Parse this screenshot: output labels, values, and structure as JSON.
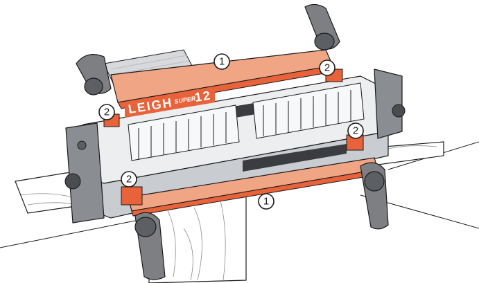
{
  "brand": {
    "name": "LEIGH",
    "model": "SUPER",
    "model_number": "12"
  },
  "callouts": [
    {
      "id": "rail-back",
      "label": "1"
    },
    {
      "id": "rail-front",
      "label": "1"
    },
    {
      "id": "clamp-back-left",
      "label": "2"
    },
    {
      "id": "clamp-back-right",
      "label": "2"
    },
    {
      "id": "clamp-front-right",
      "label": "2"
    },
    {
      "id": "clamp-front-left",
      "label": "2"
    }
  ],
  "colors": {
    "accent_orange": "#e8623a",
    "rail_salmon": "#f0a585",
    "handle_gray": "#7d7f83",
    "outline": "#1a1a1a",
    "metal_light": "#eceef0"
  }
}
